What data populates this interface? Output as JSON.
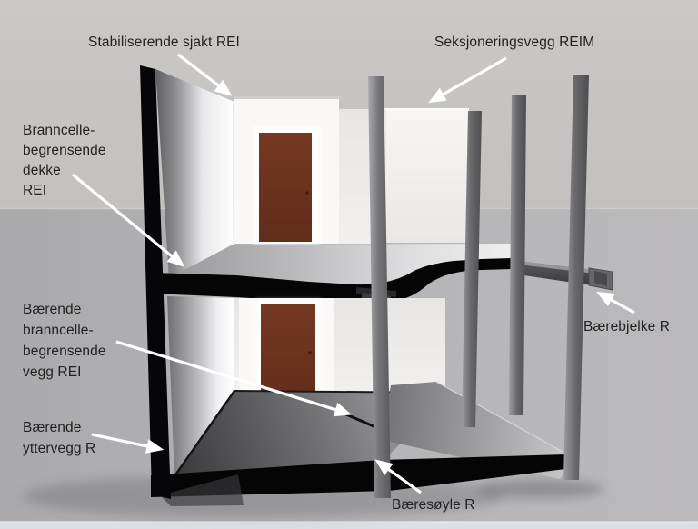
{
  "scene": {
    "description": "3D cutaway illustration of a two-storey building showing fire-rated structural elements",
    "background": {
      "upper_wall": "#c7c5c3",
      "lower_floor": "#b3b2b4",
      "bottom_strip": "#dcdfe3"
    }
  },
  "labels": {
    "stabiliserende_sjakt": {
      "text": "Stabiliserende sjakt REI"
    },
    "seksjoneringsvegg": {
      "text": "Seksjoneringsvegg REIM"
    },
    "branncellebegrensende_dekke": {
      "lines": [
        "Branncelle-",
        "begrensende",
        "dekke",
        "REI"
      ]
    },
    "baerende_branncellebegrensende_vegg": {
      "lines": [
        "Bærende",
        "branncelle-",
        "begrensende",
        "vegg REI"
      ]
    },
    "baerende_yttervegg": {
      "lines": [
        "Bærende",
        "yttervegg R"
      ]
    },
    "baeresoyle": {
      "text": "Bæresøyle R"
    },
    "baerebjelke": {
      "text": "Bærebjelke R"
    }
  },
  "colors": {
    "label_text": "#222222",
    "arrow": "#ffffff",
    "structural_black": "#050505",
    "column_gray": "#78787a",
    "beam_gray": "#4a4a4c",
    "door_brown": "#6b3320",
    "wall_white": "#f3f2f0",
    "background_upper": "#c7c5c3",
    "background_lower": "#b3b2b4"
  }
}
